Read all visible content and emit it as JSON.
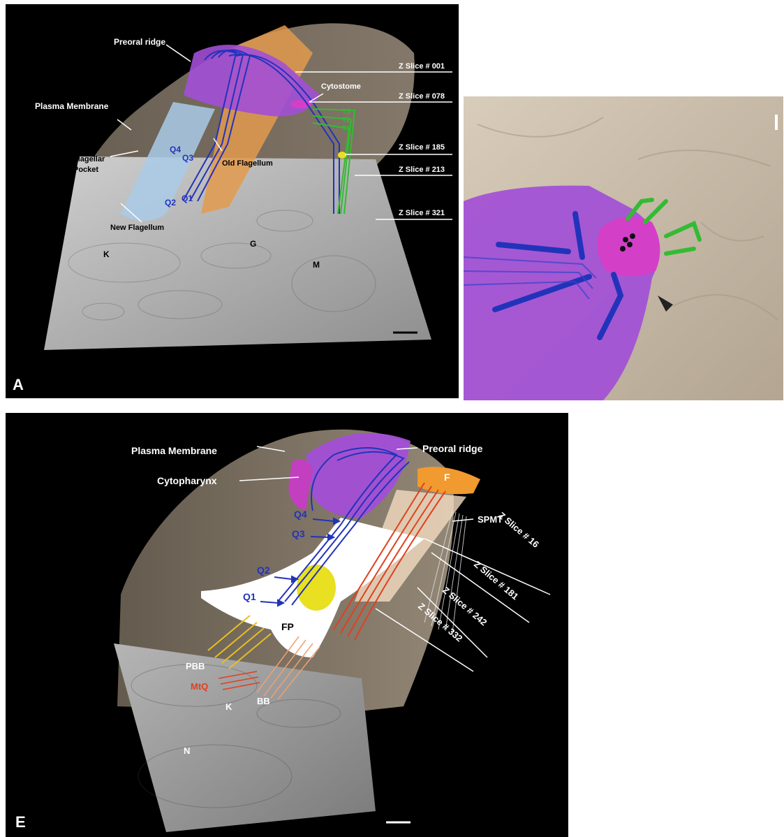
{
  "panelA": {
    "letter": "A",
    "labels": {
      "preoral_ridge": "Preoral ridge",
      "cytostome": "Cytostome",
      "plasma_membrane": "Plasma Membrane",
      "flagellar_pocket_1": "Flagellar",
      "flagellar_pocket_2": "Pocket",
      "old_flagellum": "Old Flagellum",
      "new_flagellum": "New Flagellum",
      "q1": "Q1",
      "q2": "Q2",
      "q3": "Q3",
      "q4": "Q4",
      "t1": "T1",
      "t2": "T2",
      "t3": "T3",
      "k": "K",
      "g": "G",
      "m": "M"
    },
    "z_slices": [
      "Z Slice # 001",
      "Z Slice # 078",
      "Z Slice # 185",
      "Z Slice # 213",
      "Z Slice # 321"
    ]
  },
  "panelE": {
    "letter": "E",
    "labels": {
      "plasma_membrane": "Plasma Membrane",
      "preoral_ridge": "Preoral ridge",
      "cytopharynx": "Cytopharynx",
      "f": "F",
      "spmt": "SPMT",
      "q4": "Q4",
      "q3": "Q3",
      "q2": "Q2",
      "q1": "Q1",
      "fp": "FP",
      "pbb": "PBB",
      "mtq": "MtQ",
      "k": "K",
      "bb": "BB",
      "n": "N"
    },
    "z_slices": [
      "Z Slice # 16",
      "Z Slice # 181",
      "Z Slice # 242",
      "Z Slice # 332"
    ]
  },
  "colors": {
    "membrane": "#8f8170",
    "preoral_ridge": "#a24fd6",
    "flagellum_old": "#e39a4e",
    "flagellum_new": "#a9cbe8",
    "q_microtubules": "#2233bb",
    "t_microtubules": "#33bb33",
    "red_microtubules": "#e04020",
    "yellow": "#e8e020",
    "em_slice": "#b8b8b8"
  }
}
